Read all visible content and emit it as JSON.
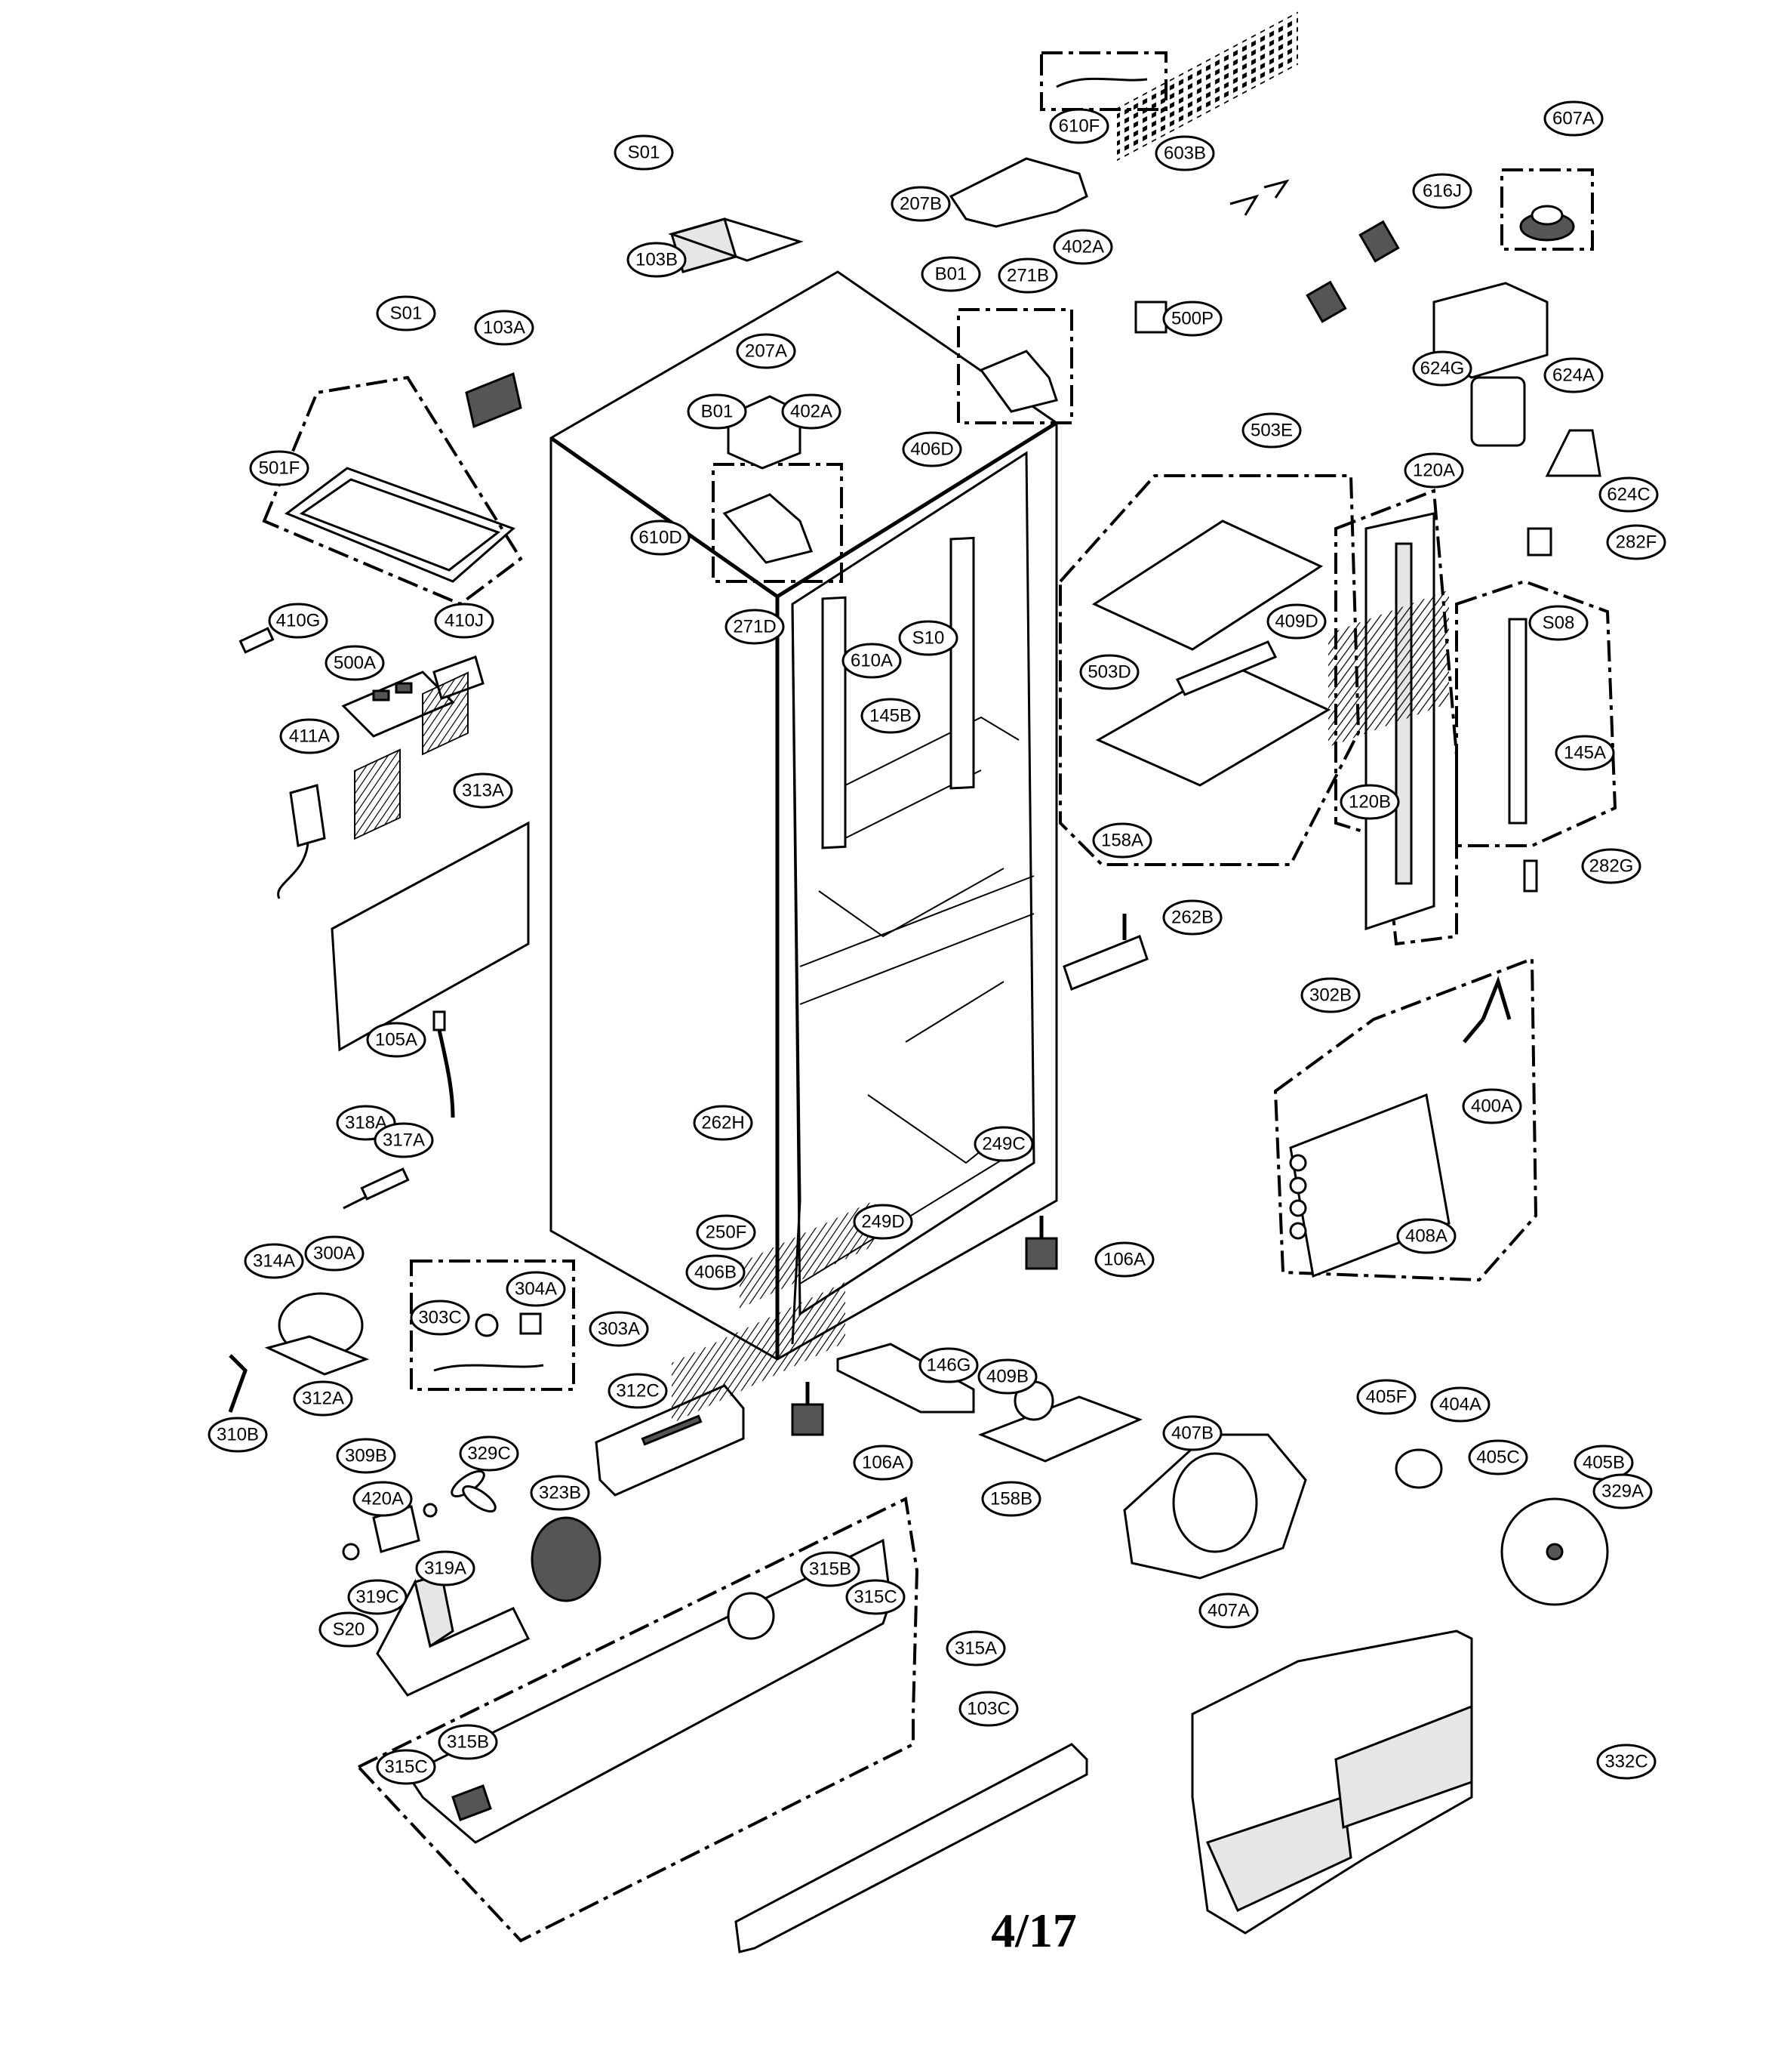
{
  "page_number": "4/17",
  "callouts": [
    "610F",
    "607A",
    "603B",
    "616J",
    "207B",
    "402A",
    "S01",
    "103B",
    "B01",
    "271B",
    "500P",
    "624G",
    "624A",
    "624C",
    "S01",
    "103A",
    "207A",
    "402A",
    "B01",
    "406D",
    "501F",
    "610D",
    "503E",
    "120A",
    "282F",
    "271D",
    "409D",
    "610A",
    "S10",
    "S08",
    "410G",
    "410J",
    "503D",
    "500A",
    "145B",
    "411A",
    "313A",
    "158A",
    "120B",
    "145A",
    "282G",
    "262B",
    "302B",
    "400A",
    "105A",
    "262H",
    "249C",
    "318A",
    "317A",
    "408A",
    "250F",
    "249D",
    "406B",
    "106A",
    "314A",
    "300A",
    "304A",
    "303C",
    "303A",
    "312A",
    "310B",
    "146G",
    "409B",
    "312C",
    "106A",
    "405F",
    "404A",
    "407B",
    "405C",
    "405B",
    "329A",
    "309B",
    "329C",
    "420A",
    "323B",
    "158B",
    "319A",
    "315B",
    "319C",
    "315C",
    "S20",
    "315A",
    "103C",
    "407A",
    "315B",
    "315C",
    "332C"
  ]
}
